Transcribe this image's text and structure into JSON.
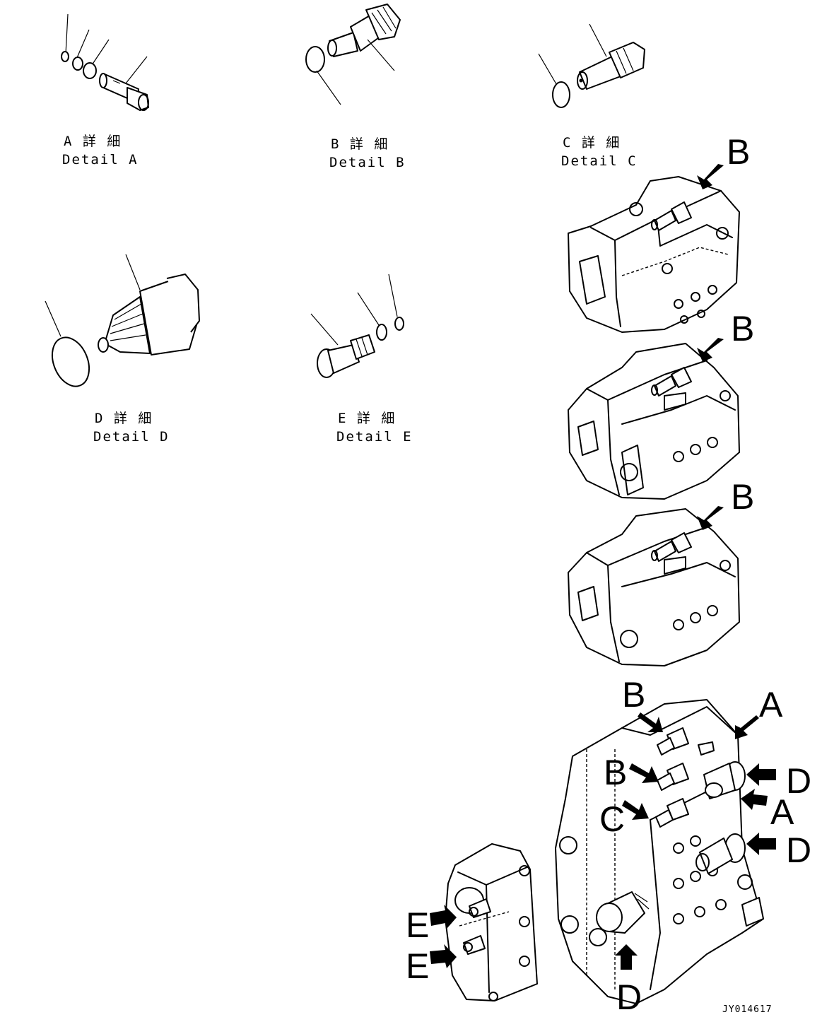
{
  "details": [
    {
      "id": "A",
      "jp": "A 詳 細",
      "en": "Detail A"
    },
    {
      "id": "B",
      "jp": "B 詳 細",
      "en": "Detail B"
    },
    {
      "id": "C",
      "jp": "C 詳 細",
      "en": "Detail C"
    },
    {
      "id": "D",
      "jp": "D 詳 細",
      "en": "Detail D"
    },
    {
      "id": "E",
      "jp": "E 詳 細",
      "en": "Detail E"
    }
  ],
  "callouts": {
    "b1": "B",
    "b2": "B",
    "b3": "B",
    "main_b_top": "B",
    "main_a_top": "A",
    "main_b_mid": "B",
    "main_d_1": "D",
    "main_c": "C",
    "main_a_2": "A",
    "main_d_2": "D",
    "main_d_bottom": "D",
    "e_top": "E",
    "e_bottom": "E"
  },
  "drawing_code": "JY014617"
}
